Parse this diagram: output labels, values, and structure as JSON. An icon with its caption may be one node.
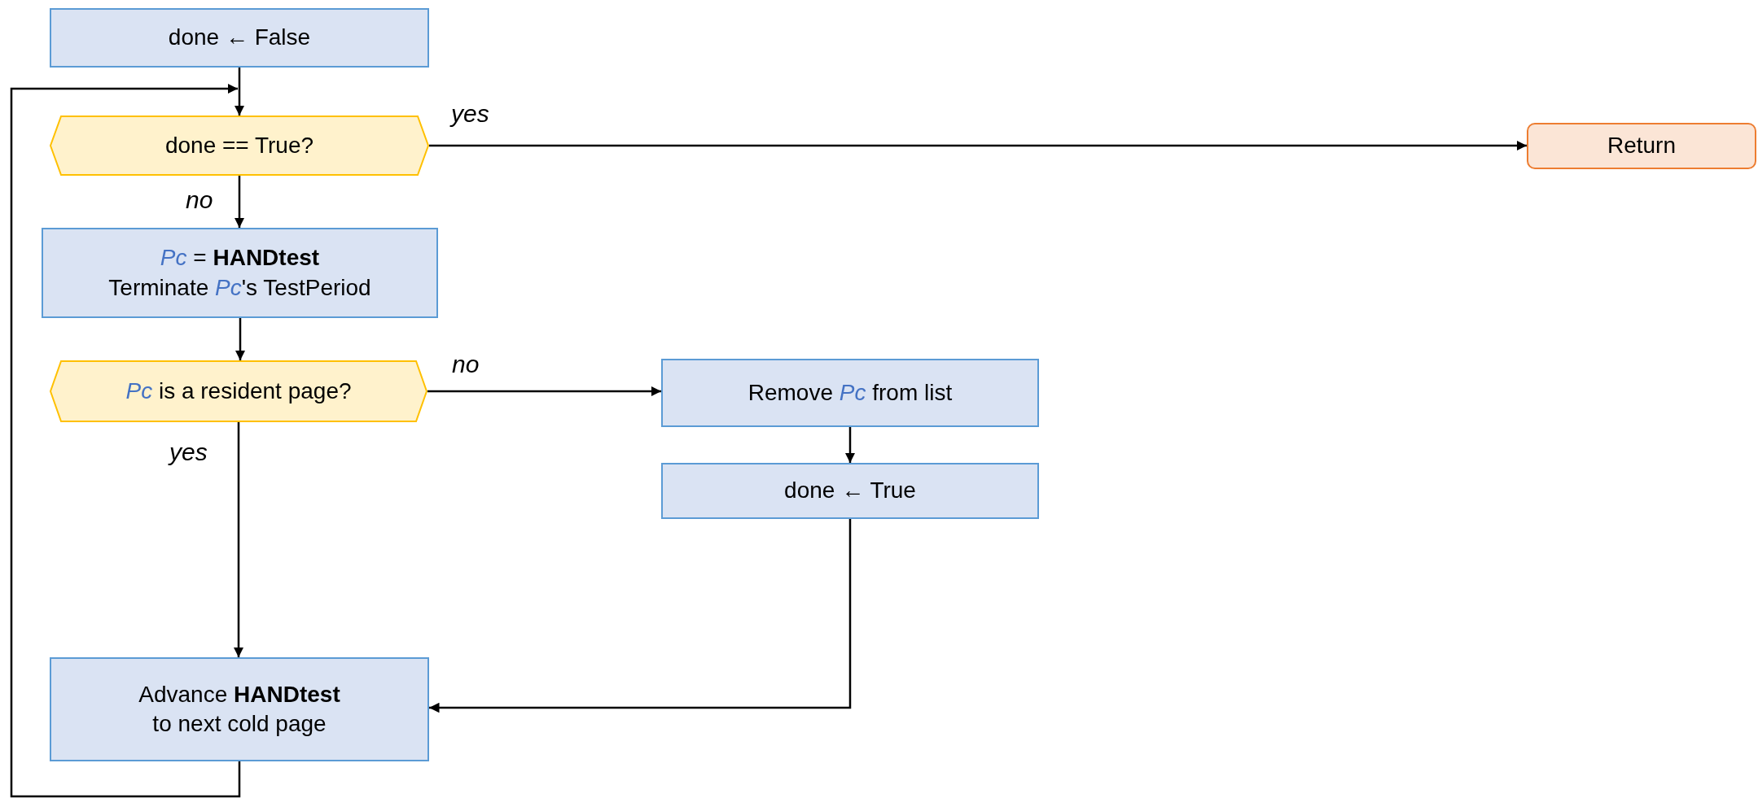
{
  "diagram": {
    "nodes": [
      {
        "text": [
          "done ← False"
        ]
      },
      {
        "text": [
          "done == True?"
        ]
      },
      {
        "text": [
          "Return"
        ]
      },
      {
        "text": [
          "*Pc* = **HANDtest**",
          "Terminate *Pc*'s TestPeriod"
        ]
      },
      {
        "text": [
          "*Pc* is a resident page?"
        ]
      },
      {
        "text": [
          "Remove *Pc* from list"
        ]
      },
      {
        "text": [
          "done ← True"
        ]
      },
      {
        "text": [
          "Advance **HANDtest** to next cold page"
        ]
      }
    ],
    "edges": [
      {
        "from": 0,
        "to": 1,
        "arrow": "to"
      },
      {
        "from": 1,
        "to": 2,
        "arrow": "to",
        "label": "yes"
      },
      {
        "from": 1,
        "to": 3,
        "arrow": "to",
        "label": "no"
      },
      {
        "from": 3,
        "to": 4,
        "arrow": "to"
      },
      {
        "from": 4,
        "to": 5,
        "arrow": "to",
        "label": "no"
      },
      {
        "from": 4,
        "to": 7,
        "arrow": "to",
        "label": "yes"
      },
      {
        "from": 5,
        "to": 6,
        "arrow": "to"
      },
      {
        "from": 6,
        "to": 7,
        "arrow": "to"
      },
      {
        "from": 7,
        "to": 1,
        "arrow": "to"
      }
    ]
  }
}
